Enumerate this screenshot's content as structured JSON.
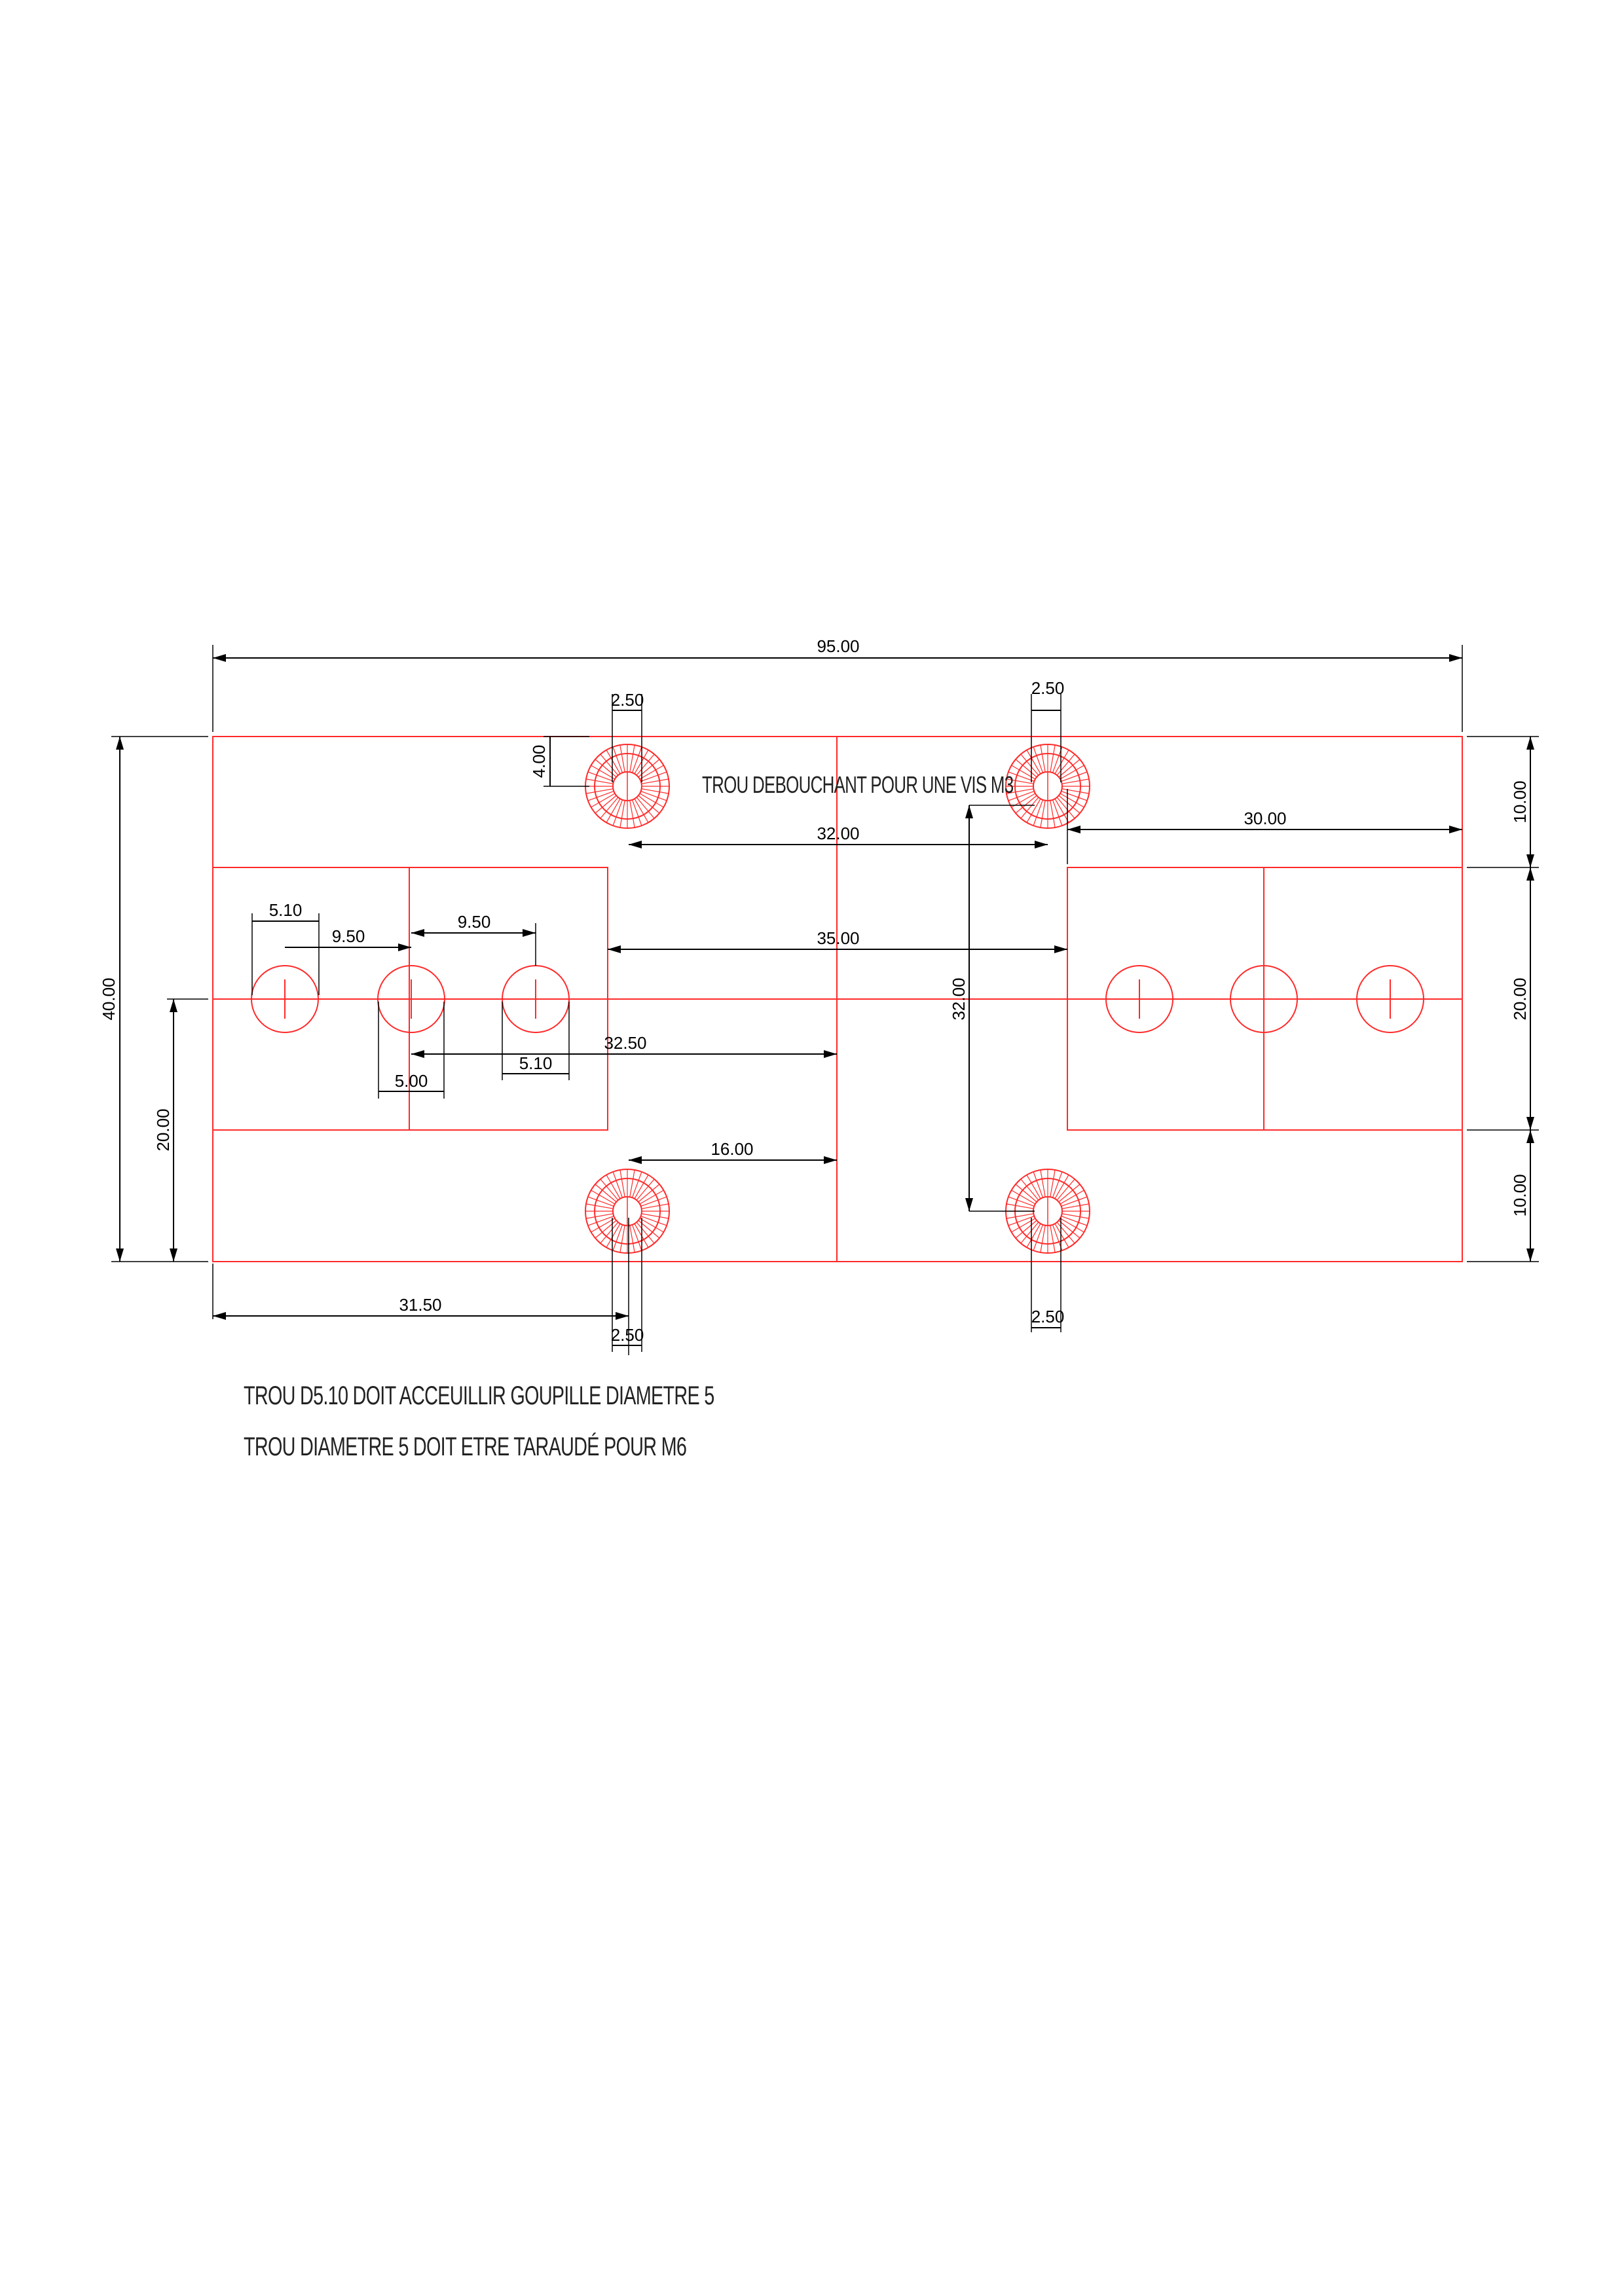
{
  "colors": {
    "part": "#ff2a2a",
    "dimension": "#000000",
    "background": "#ffffff"
  },
  "dimensions": {
    "overall_width": "95.00",
    "overall_height": "40.00",
    "half_height": "20.00",
    "mid_band": "20.00",
    "top_band": "10.00",
    "bottom_band": "10.00",
    "top_hole_left_dia": "2.50",
    "top_hole_right_dia": "2.50",
    "top_hole_offset": "4.00",
    "top_holes_spacing": "32.00",
    "right_offset": "30.00",
    "pin_dia_a": "5.10",
    "pitch_a": "9.50",
    "pitch_b": "9.50",
    "inner_gap": "35.00",
    "vertical_spacing": "32.00",
    "center_offset": "32.50",
    "hole_dia_5": "5.00",
    "pin_dia_b": "5.10",
    "bottom_hole_offset": "16.00",
    "left_to_hole": "31.50",
    "bottom_hole_left_dia": "2.50",
    "bottom_hole_right_dia": "2.50"
  },
  "notes": {
    "through_hole": "TROU DEBOUCHANT POUR UNE VIS M3",
    "pin_note": "TROU D5.10 DOIT ACCEUILLIR GOUPILLE DIAMETRE 5",
    "tap_note": "TROU DIAMETRE 5 DOIT ETRE TARAUDÉ POUR M6"
  }
}
